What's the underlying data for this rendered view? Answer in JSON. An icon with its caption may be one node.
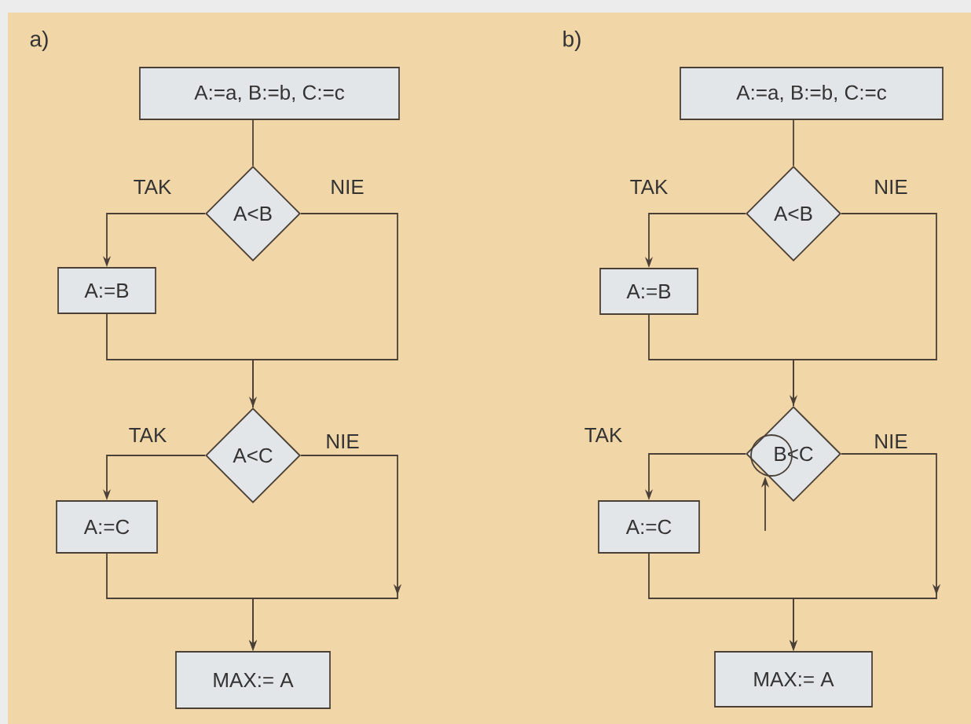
{
  "diagram": {
    "nodes": [
      {
        "text": [
          "A:=a, B:=b, C:=c"
        ]
      },
      {
        "text": [
          "A<B"
        ]
      },
      {
        "text": [
          "A:=B"
        ]
      },
      {
        "text": [
          "A<C"
        ]
      },
      {
        "text": [
          "A:=C"
        ]
      },
      {
        "text": [
          "MAX:= A"
        ]
      },
      {
        "text": [
          "A:=a, B:=b, C:=c"
        ]
      },
      {
        "text": [
          "A<B"
        ]
      },
      {
        "text": [
          "A:=B"
        ]
      },
      {
        "text": [
          "B<C"
        ]
      },
      {
        "text": [],
        "shape": "circle",
        "in": 9
      },
      {
        "text": [
          "A:=C"
        ]
      },
      {
        "text": [
          "MAX:= A"
        ]
      }
    ],
    "edges": [
      {
        "from": 0,
        "to": 1,
        "arrow": "none"
      },
      {
        "from": 1,
        "to": 2,
        "arrow": "to",
        "label": "TAK"
      },
      {
        "from": 1,
        "to": 3,
        "arrow": "to",
        "label": "NIE"
      },
      {
        "from": 2,
        "to": 3,
        "arrow": "none"
      },
      {
        "from": 3,
        "to": 4,
        "arrow": "to",
        "label": "TAK"
      },
      {
        "from": 3,
        "to": 5,
        "arrow": "to",
        "label": "NIE"
      },
      {
        "from": 4,
        "to": 5,
        "arrow": "to"
      },
      {
        "from": 6,
        "to": 7,
        "arrow": "none"
      },
      {
        "from": 7,
        "to": 8,
        "arrow": "to",
        "label": "TAK"
      },
      {
        "from": 7,
        "to": 9,
        "arrow": "to",
        "label": "NIE"
      },
      {
        "from": 8,
        "to": 9,
        "arrow": "none"
      },
      {
        "from": 9,
        "to": 11,
        "arrow": "to",
        "label": "TAK"
      },
      {
        "from": 9,
        "to": 12,
        "arrow": "to",
        "label": "NIE"
      },
      {
        "from": 11,
        "to": 12,
        "arrow": "to"
      },
      {
        "from": null,
        "to": 10,
        "arrow": "to"
      }
    ],
    "labels": [
      "a)",
      "b)"
    ]
  }
}
